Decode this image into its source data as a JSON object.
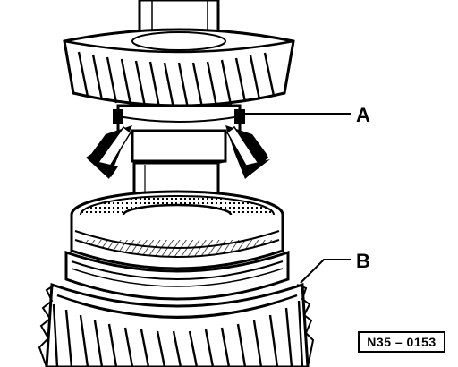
{
  "labels": {
    "a": "A",
    "b": "B"
  },
  "reference_code": "N35 – 0153",
  "colors": {
    "ink": "#000000",
    "paper": "#ffffff"
  }
}
